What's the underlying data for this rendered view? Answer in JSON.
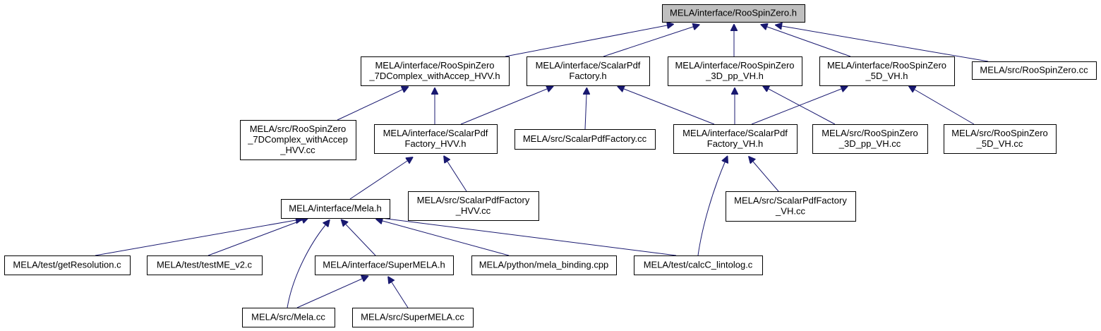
{
  "colors": {
    "edge": "#191970",
    "root_fill": "#bfbfbf",
    "node_fill": "#ffffff",
    "node_border": "#000000"
  },
  "nodes": [
    {
      "id": "roospinzero-h",
      "lines": [
        "MELA/interface/RooSpinZero.h"
      ],
      "root": true
    },
    {
      "id": "roospinzero-7dcomplex-h",
      "lines": [
        "MELA/interface/RooSpinZero",
        "_7DComplex_withAccep_HVV.h"
      ]
    },
    {
      "id": "scalarpdffactory-h",
      "lines": [
        "MELA/interface/ScalarPdf",
        "Factory.h"
      ]
    },
    {
      "id": "roospinzero-3d-h",
      "lines": [
        "MELA/interface/RooSpinZero",
        "_3D_pp_VH.h"
      ]
    },
    {
      "id": "roospinzero-5d-h",
      "lines": [
        "MELA/interface/RooSpinZero",
        "_5D_VH.h"
      ]
    },
    {
      "id": "roospinzero-cc",
      "lines": [
        "MELA/src/RooSpinZero.cc"
      ]
    },
    {
      "id": "roospinzero-7dcomplex-cc",
      "lines": [
        "MELA/src/RooSpinZero",
        "_7DComplex_withAccep",
        "_HVV.cc"
      ]
    },
    {
      "id": "scalarpdffactory-hvv-h",
      "lines": [
        "MELA/interface/ScalarPdf",
        "Factory_HVV.h"
      ]
    },
    {
      "id": "scalarpdffactory-cc",
      "lines": [
        "MELA/src/ScalarPdfFactory.cc"
      ]
    },
    {
      "id": "scalarpdffactory-vh-h",
      "lines": [
        "MELA/interface/ScalarPdf",
        "Factory_VH.h"
      ]
    },
    {
      "id": "roospinzero-3d-cc",
      "lines": [
        "MELA/src/RooSpinZero",
        "_3D_pp_VH.cc"
      ]
    },
    {
      "id": "roospinzero-5d-cc",
      "lines": [
        "MELA/src/RooSpinZero",
        "_5D_VH.cc"
      ]
    },
    {
      "id": "mela-h",
      "lines": [
        "MELA/interface/Mela.h"
      ]
    },
    {
      "id": "scalarpdffactory-hvv-cc",
      "lines": [
        "MELA/src/ScalarPdfFactory",
        "_HVV.cc"
      ]
    },
    {
      "id": "scalarpdffactory-vh-cc",
      "lines": [
        "MELA/src/ScalarPdfFactory",
        "_VH.cc"
      ]
    },
    {
      "id": "getresolution-c",
      "lines": [
        "MELA/test/getResolution.c"
      ]
    },
    {
      "id": "testme-v2-c",
      "lines": [
        "MELA/test/testME_v2.c"
      ]
    },
    {
      "id": "supermela-h",
      "lines": [
        "MELA/interface/SuperMELA.h"
      ]
    },
    {
      "id": "mela-binding-cpp",
      "lines": [
        "MELA/python/mela_binding.cpp"
      ]
    },
    {
      "id": "calcc-lintolog-c",
      "lines": [
        "MELA/test/calcC_lintolog.c"
      ]
    },
    {
      "id": "mela-cc",
      "lines": [
        "MELA/src/Mela.cc"
      ]
    },
    {
      "id": "supermela-cc",
      "lines": [
        "MELA/src/SuperMELA.cc"
      ]
    }
  ]
}
